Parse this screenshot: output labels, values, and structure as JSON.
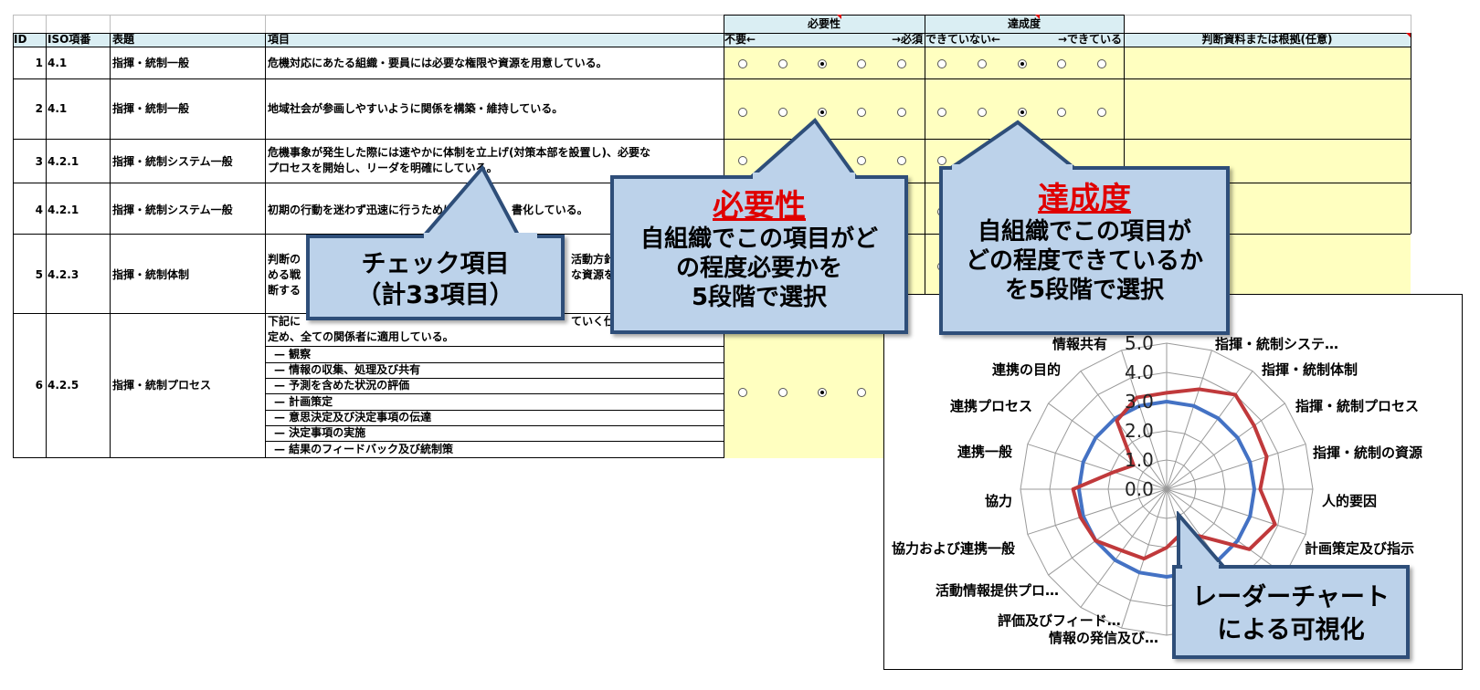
{
  "headers": {
    "id": "ID",
    "iso": "ISO項番",
    "title": "表題",
    "item": "項目",
    "necessity_group": "必要性",
    "necessity_low": "不要←",
    "necessity_high": "→必須",
    "achievement_group": "達成度",
    "achievement_low": "できていない←",
    "achievement_high": "→できている",
    "evidence": "判断資料または根拠(任意)"
  },
  "rows": [
    {
      "id": "1",
      "iso": "4.1",
      "title": "指揮・統制一般",
      "item": "危機対応にあたる組織・要員には必要な権限や資源を用意している。",
      "necessity": 3,
      "achievement": 3
    },
    {
      "id": "2",
      "iso": "4.1",
      "title": "指揮・統制一般",
      "item": "地域社会が参画しやすいように関係を構築・維持している。",
      "necessity": 3,
      "achievement": 3
    },
    {
      "id": "3",
      "iso": "4.2.1",
      "title": "指揮・統制システム一般",
      "item": "危機事象が発生した際には速やかに体制を立上げ(対策本部を設置し)、必要な",
      "item2": "プロセスを開始し、リーダを明確にしている。"
    },
    {
      "id": "4",
      "iso": "4.2.1",
      "title": "指揮・統制システム一般",
      "item": "初期の行動を迷わず迅速に行うために",
      "item_tail": "書化している。"
    },
    {
      "id": "5",
      "iso": "4.2.3",
      "title": "指揮・統制体制",
      "item": "判断の",
      "item2": "める戦",
      "item3": "断する",
      "item_r1": "活動方針",
      "item_r2": "な資源を"
    },
    {
      "id": "6",
      "iso": "4.2.5",
      "title": "指揮・統制プロセス",
      "item": "下記に",
      "item_r1": "ていく仕",
      "item2": "定め、全ての関係者に適用している。",
      "necessity": 3,
      "subitems": [
        "— 観察",
        "— 情報の収集、処理及び共有",
        "— 予測を含めた状況の評価",
        "— 計画策定",
        "— 意思決定及び決定事項の伝達",
        "— 決定事項の実施",
        "— 結果のフィードバック及び統制策"
      ]
    }
  ],
  "callouts": {
    "check_items": {
      "line1": "チェック項目",
      "line2": "（計33項目）"
    },
    "necessity": {
      "title": "必要性",
      "text": "自組織でこの項目がど\nの程度必要かを\n5段階で選択"
    },
    "achievement": {
      "title": "達成度",
      "text": "自組織でこの項目が\nどの程度できているか\nを5段階で選択"
    },
    "radar": {
      "text": "レーダーチャート\nによる可視化"
    }
  },
  "colors": {
    "necessity_series": "#c0393b",
    "achievement_series": "#4472c4",
    "callout_fill": "#bcd2ea",
    "callout_border": "#2e4e79",
    "cell_fill": "#ffffc0",
    "header_fill": "#daeef3"
  },
  "chart_data": {
    "type": "radar",
    "categories": [
      "情報共有",
      "指揮・統制システ…",
      "指揮・統制体制",
      "指揮・統制プロセス",
      "指揮・統制の資源",
      "人的要因",
      "計画策定及び指示",
      "",
      "",
      "",
      "",
      "",
      "情報の発信及び…",
      "評価及びフィード…",
      "活動情報提供プロ…",
      "協力および連携一般",
      "協力",
      "連携一般",
      "連携プロセス",
      "連携の目的"
    ],
    "ticks": [
      "0.0",
      "1.0",
      "2.0",
      "3.0",
      "4.0",
      "5.0"
    ],
    "rmax": 5,
    "series": [
      {
        "values": [
          3.3,
          3.6,
          4.0,
          3.7,
          3.6,
          3.2,
          3.9,
          3.5,
          2.0,
          1.6,
          2.0,
          2.5,
          2.6,
          3.0,
          3.1,
          3.2,
          1.9,
          1.4,
          2.9,
          3.3
        ]
      },
      {
        "values": [
          3.0,
          3.0,
          3.0,
          3.0,
          3.0,
          3.0,
          3.0,
          3.0,
          3.0,
          3.0,
          3.0,
          3.0,
          3.0,
          3.0,
          3.0,
          3.0,
          3.0,
          3.0,
          3.0,
          3.0
        ]
      }
    ]
  }
}
